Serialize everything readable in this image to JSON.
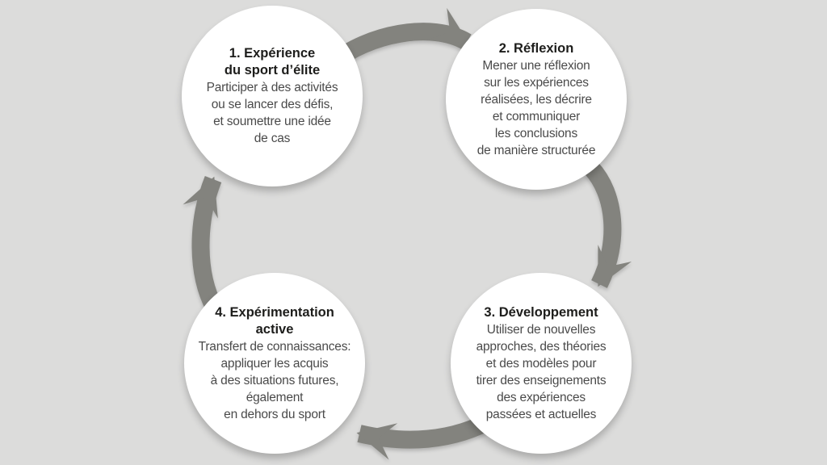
{
  "diagram": {
    "type": "cycle",
    "background_color": "#dcdcdb",
    "circle_color": "#ffffff",
    "arrow_color": "#83837e",
    "title_color": "#1d1d1b",
    "body_color": "#4a4a4a",
    "steps": [
      {
        "number": "1",
        "title": "1. Expérience\ndu sport d’élite",
        "body": "Participer à des activités\nou se lancer des défis,\net soumettre une idée\nde cas"
      },
      {
        "number": "2",
        "title": "2. Réflexion",
        "body": "Mener une réflexion\nsur les expériences\nréalisées, les décrire\net communiquer\nles conclusions\nde manière structurée"
      },
      {
        "number": "3",
        "title": "3. Développement",
        "body": "Utiliser de nouvelles\napproches, des théories\net des modèles pour\ntirer des enseignements\ndes expériences\npassées et actuelles"
      },
      {
        "number": "4",
        "title": "4. Expérimentation\nactive",
        "body": "Transfert de connaissances:\nappliquer les acquis\nà des situations futures,\négalement\nen dehors du sport"
      }
    ],
    "arrows": [
      {
        "from": "1",
        "to": "2",
        "direction": "right"
      },
      {
        "from": "2",
        "to": "3",
        "direction": "down"
      },
      {
        "from": "3",
        "to": "4",
        "direction": "left"
      },
      {
        "from": "4",
        "to": "1",
        "direction": "up"
      }
    ]
  }
}
